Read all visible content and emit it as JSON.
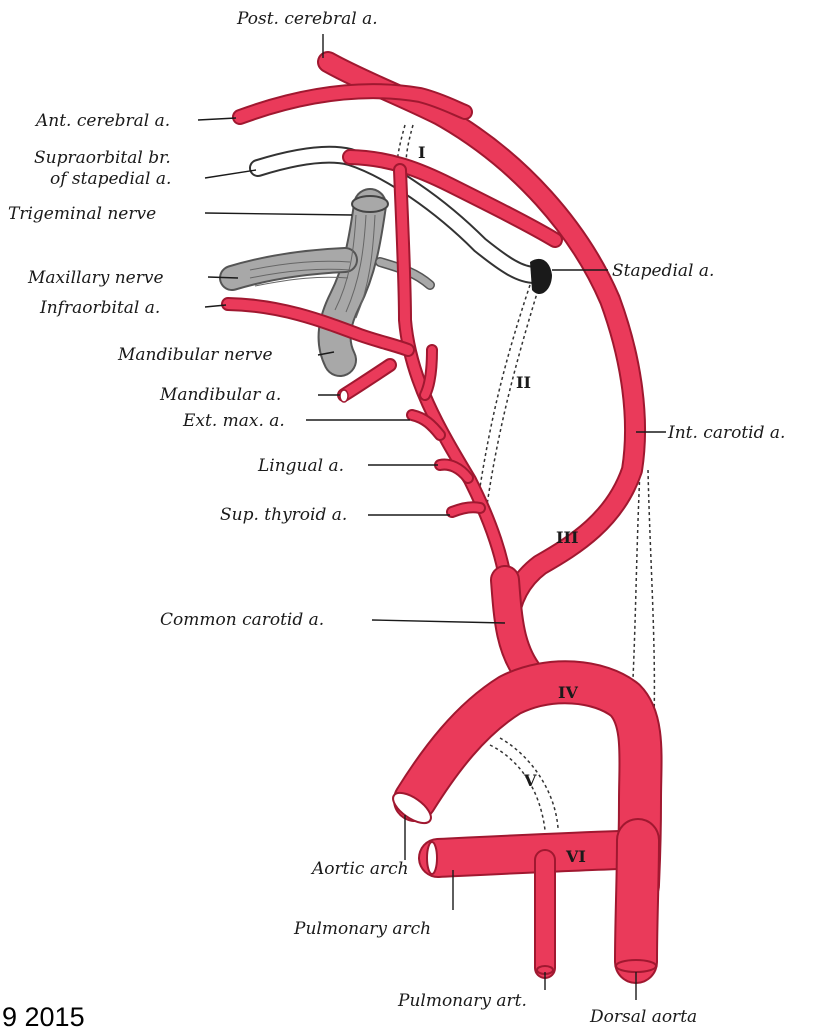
{
  "colors": {
    "artery": "#ea3a5a",
    "artery_outline": "#a01830",
    "nerve": "#8a8a8a",
    "obliterated": "#ffffff"
  },
  "labels": {
    "post_cerebral": "Post. cerebral a.",
    "ant_cerebral": "Ant. cerebral a.",
    "supraorbital_1": "Supraorbital br.",
    "supraorbital_2": "of stapedial a.",
    "trigeminal": "Trigeminal nerve",
    "maxillary_nerve": "Maxillary nerve",
    "infraorbital": "Infraorbital a.",
    "mandibular_nerve": "Mandibular nerve",
    "mandibular_a": "Mandibular a.",
    "ext_max": "Ext. max. a.",
    "lingual": "Lingual a.",
    "sup_thyroid": "Sup. thyroid a.",
    "common_carotid": "Common carotid a.",
    "stapedial": "Stapedial a.",
    "int_carotid": "Int. carotid a.",
    "aortic_arch": "Aortic arch",
    "pulmonary_arch": "Pulmonary arch",
    "pulmonary_art": "Pulmonary art.",
    "dorsal_aorta": "Dorsal aorta"
  },
  "arch_numerals": {
    "i": "I",
    "ii": "II",
    "iii": "III",
    "iv": "IV",
    "v": "V",
    "vi": "VI"
  },
  "date_stamp": "9 2015"
}
